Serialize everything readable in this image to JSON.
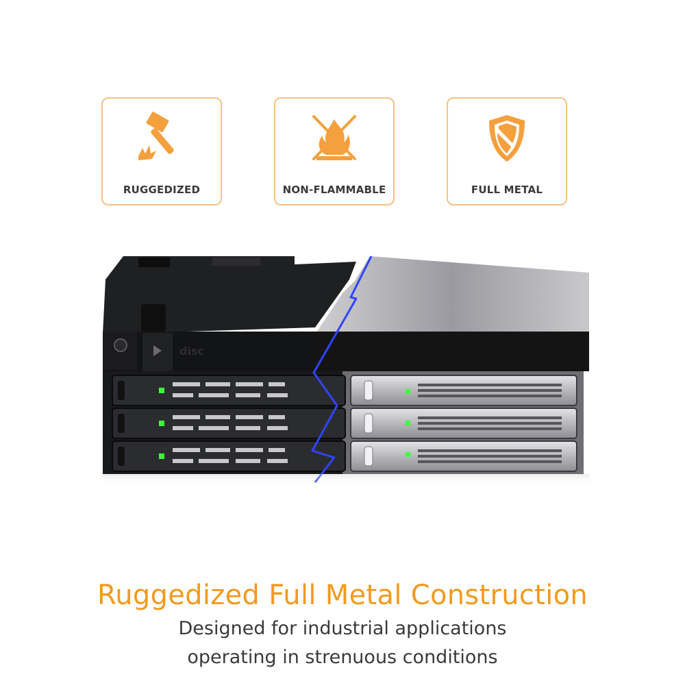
{
  "features": [
    {
      "label": "RUGGEDIZED",
      "icon": "hammer-icon"
    },
    {
      "label": "NON-FLAMMABLE",
      "icon": "no-fire-icon"
    },
    {
      "label": "FULL METAL",
      "icon": "shield-icon"
    }
  ],
  "colors": {
    "accent": "#f29a1f",
    "card_border": "#f6c184",
    "text": "#3a3a3a"
  },
  "product": {
    "bay_label": "disc",
    "icon": "mobile-rack-enclosure-image"
  },
  "headline": "Ruggedized Full Metal Construction",
  "description_lines": [
    "Designed for industrial applications",
    "operating in strenuous conditions"
  ]
}
